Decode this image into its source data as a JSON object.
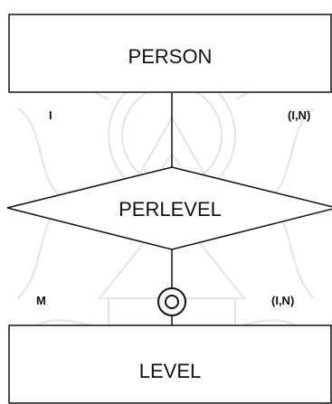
{
  "entities": {
    "top": {
      "label": "PERSON"
    },
    "bottom": {
      "label": "LEVEL"
    }
  },
  "relationship": {
    "label": "PERLEVEL"
  },
  "cardinalities": {
    "top_left": "I",
    "top_right": "(I,N)",
    "bottom_left": "M",
    "bottom_right": "(I,N)"
  },
  "watermark": {
    "description": "faded ornate emblem seal"
  },
  "colors": {
    "line": "#111111",
    "watermark": "#e6e6e6",
    "background": "#ffffff"
  }
}
